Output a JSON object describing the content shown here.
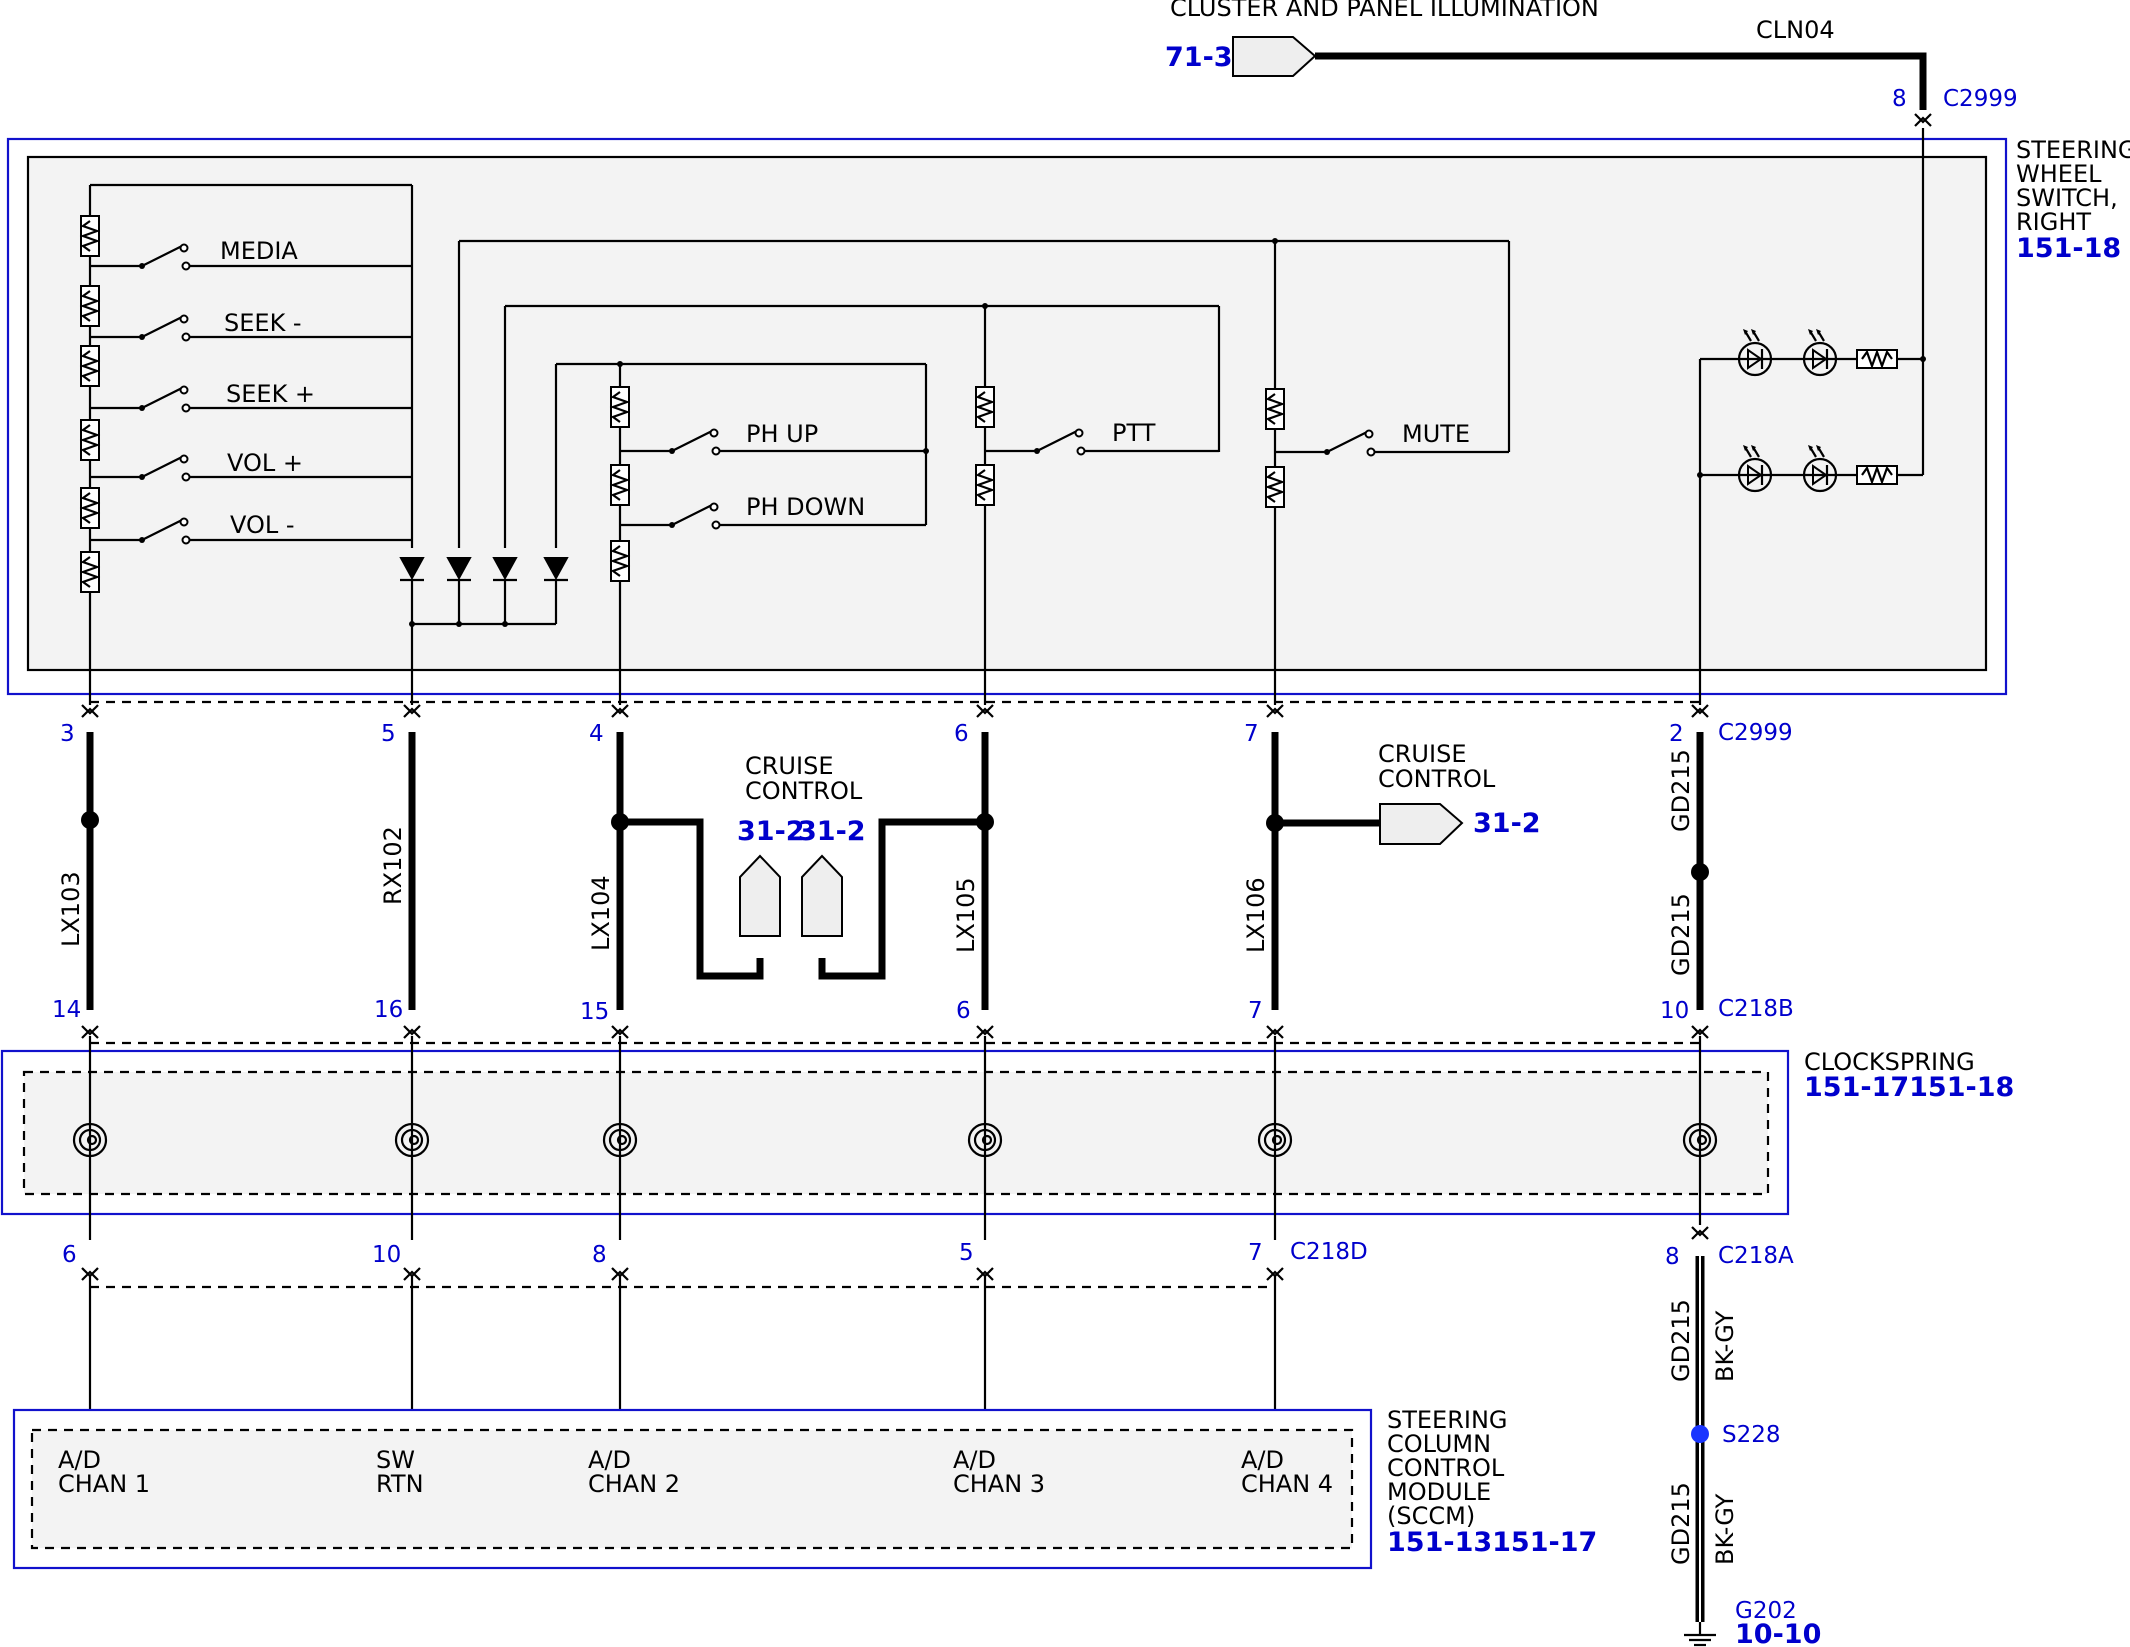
{
  "components": {
    "steering_wheel_switch": {
      "title_lines": [
        "STEERING",
        "WHEEL",
        "SWITCH,",
        "RIGHT"
      ],
      "ref": "151-18"
    },
    "clockspring": {
      "title": "CLOCKSPRING",
      "ref": "151-17151-18"
    },
    "sccm": {
      "title_lines": [
        "STEERING",
        "COLUMN",
        "CONTROL",
        "MODULE",
        "(SCCM)"
      ],
      "ref": "151-13151-17"
    }
  },
  "top": {
    "illumination_label": "CLUSTER AND PANEL ILLUMINATION",
    "illumination_ref": "71-3",
    "circuit": "CLN04",
    "pin": "8",
    "connector": "C2999"
  },
  "switch_labels": [
    "MEDIA",
    "SEEK -",
    "SEEK +",
    "VOL +",
    "VOL -",
    "PH UP",
    "PH DOWN",
    "PTT",
    "MUTE"
  ],
  "connectors": {
    "upper": "C2999",
    "middle": "C218B",
    "lower_left": "C218D",
    "lower_right": "C218A"
  },
  "circuits": [
    {
      "name": "LX103",
      "pin_top": "3",
      "pin_mid": "14",
      "pin_bottom": "6",
      "sccm_line1": "A/D",
      "sccm_line2": "CHAN 1"
    },
    {
      "name": "RX102",
      "pin_top": "5",
      "pin_mid": "16",
      "pin_bottom": "10",
      "sccm_line1": "SW",
      "sccm_line2": "RTN"
    },
    {
      "name": "LX104",
      "pin_top": "4",
      "pin_mid": "15",
      "pin_bottom": "8",
      "sccm_line1": "A/D",
      "sccm_line2": "CHAN 2"
    },
    {
      "name": "LX105",
      "pin_top": "6",
      "pin_mid": "6",
      "pin_bottom": "5",
      "sccm_line1": "A/D",
      "sccm_line2": "CHAN 3"
    },
    {
      "name": "LX106",
      "pin_top": "7",
      "pin_mid": "7",
      "pin_bottom": "7",
      "sccm_line1": "A/D",
      "sccm_line2": "CHAN 4"
    },
    {
      "name": "GD215",
      "pin_top": "2",
      "pin_mid": "10",
      "pin_bottom": "8"
    }
  ],
  "cruise_left": {
    "title_lines": [
      "CRUISE",
      "CONTROL"
    ],
    "ref_a": "31-2",
    "ref_b": "31-2"
  },
  "cruise_right": {
    "title_lines": [
      "CRUISE",
      "CONTROL"
    ],
    "ref": "31-2"
  },
  "ground": {
    "circuit": "GD215",
    "color": "BK-GY",
    "splice": "S228",
    "ground_point": "G202",
    "ground_ref": "10-10"
  }
}
